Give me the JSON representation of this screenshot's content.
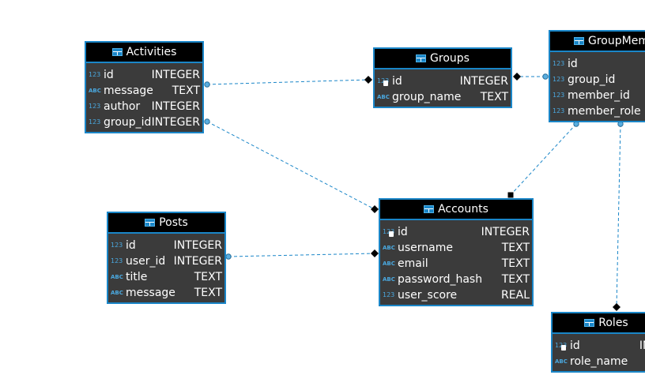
{
  "diagram": {
    "entities": [
      {
        "id": "activities",
        "name": "Activities",
        "columns": [
          {
            "name": "id",
            "type": "INTEGER",
            "kind": "num",
            "key": false
          },
          {
            "name": "message",
            "type": "TEXT",
            "kind": "abc",
            "key": false
          },
          {
            "name": "author",
            "type": "INTEGER",
            "kind": "num",
            "key": false
          },
          {
            "name": "group_id",
            "type": "INTEGER",
            "kind": "num",
            "key": false
          }
        ]
      },
      {
        "id": "groups",
        "name": "Groups",
        "columns": [
          {
            "name": "id",
            "type": "INTEGER",
            "kind": "num",
            "key": true
          },
          {
            "name": "group_name",
            "type": "TEXT",
            "kind": "abc",
            "key": false
          }
        ]
      },
      {
        "id": "groupmembers",
        "name": "GroupMem",
        "columns": [
          {
            "name": "id",
            "type": "",
            "kind": "num",
            "key": false
          },
          {
            "name": "group_id",
            "type": "",
            "kind": "num",
            "key": false
          },
          {
            "name": "member_id",
            "type": "",
            "kind": "num",
            "key": false
          },
          {
            "name": "member_role",
            "type": "",
            "kind": "num",
            "key": false
          }
        ]
      },
      {
        "id": "accounts",
        "name": "Accounts",
        "columns": [
          {
            "name": "id",
            "type": "INTEGER",
            "kind": "num",
            "key": true
          },
          {
            "name": "username",
            "type": "TEXT",
            "kind": "abc",
            "key": false
          },
          {
            "name": "email",
            "type": "TEXT",
            "kind": "abc",
            "key": false
          },
          {
            "name": "password_hash",
            "type": "TEXT",
            "kind": "abc",
            "key": false
          },
          {
            "name": "user_score",
            "type": "REAL",
            "kind": "num",
            "key": false
          }
        ]
      },
      {
        "id": "posts",
        "name": "Posts",
        "columns": [
          {
            "name": "id",
            "type": "INTEGER",
            "kind": "num",
            "key": false
          },
          {
            "name": "user_id",
            "type": "INTEGER",
            "kind": "num",
            "key": false
          },
          {
            "name": "title",
            "type": "TEXT",
            "kind": "abc",
            "key": false
          },
          {
            "name": "message",
            "type": "TEXT",
            "kind": "abc",
            "key": false
          }
        ]
      },
      {
        "id": "roles",
        "name": "Roles",
        "columns": [
          {
            "name": "id",
            "type": "INT",
            "kind": "num",
            "key": true
          },
          {
            "name": "role_name",
            "type": "",
            "kind": "abc",
            "key": false
          }
        ]
      }
    ],
    "relationships": [
      {
        "from": "activities",
        "to": "groups",
        "kind": "many-to-one"
      },
      {
        "from": "activities",
        "to": "accounts",
        "kind": "many-to-one"
      },
      {
        "from": "groupmembers",
        "to": "groups",
        "kind": "many-to-one"
      },
      {
        "from": "groupmembers",
        "to": "accounts",
        "kind": "many-to-one"
      },
      {
        "from": "groupmembers",
        "to": "roles",
        "kind": "many-to-one"
      },
      {
        "from": "posts",
        "to": "accounts",
        "kind": "many-to-one"
      }
    ],
    "icons": {
      "table": "table-icon",
      "numeric_type": "numeric-type-icon",
      "text_type": "text-type-icon",
      "primary_key": "key-icon"
    },
    "type_icon_labels": {
      "num": "123",
      "abc": "ABC"
    },
    "colors": {
      "accent": "#1a86c8",
      "entity_body": "#3b3b3b",
      "entity_header": "#000000",
      "connector": "#1a86c8"
    }
  }
}
